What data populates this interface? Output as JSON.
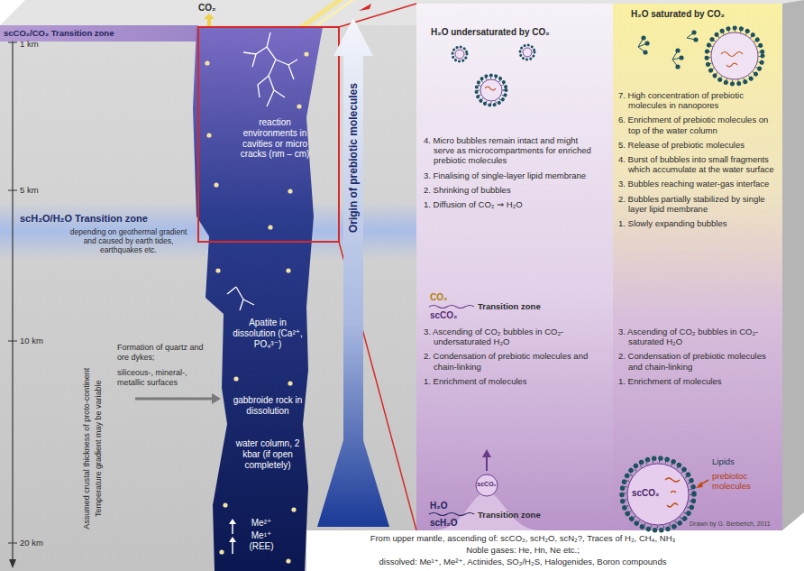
{
  "diagram": {
    "nodes": [
      {
        "text": [
          "reaction environments in cavities or micro cracks (nm – cm)",
          "Apatite in dissolution (Ca²⁺, PO₄³⁻)",
          "gabbroide rock in dissolution",
          "water column, 2 kbar (if open completely)",
          "Me²⁺",
          "Me¹⁺ (REE)"
        ]
      },
      {
        "text": [
          "Origin of prebiotic molecules"
        ]
      },
      {
        "text": [
          "scCO₂"
        ]
      },
      {
        "text": [
          "scCO₂"
        ]
      }
    ],
    "labels": [
      "CO₂",
      "scCO₂/CO₂ Transition zone",
      "1 km",
      "5 km",
      "10 km",
      "20 km",
      "scH₂O/H₂O Transition zone",
      "depending on geothermal gradient and caused by earth tides, earthquakes etc.",
      "Formation of quartz and ore dykes;",
      "siliceous-, mineral-, metallic surfaces",
      "Assumed crustal thickness of proto-continent",
      "Temperature gradient may be variable",
      "H₂O undersaturated by CO₂",
      "H₂O saturated by CO₂",
      "4. Micro bubbles remain intact and might serve as microcompartments for enriched prebiotic molecules",
      "3. Finalising of single-layer lipid membrane",
      "2. Shrinking of bubbles",
      "1. Diffusion of CO₂ ⇒ H₂O",
      "7. High concentration of prebiotic molecules in nanopores",
      "6. Enrichment of prebiotic molecules on top of the water column",
      "5. Release of prebiotic molecules",
      "4. Burst of bubbles into small fragments which accumulate at the water surface",
      "3. Bubbles reaching water-gas interface",
      "2. Bubbles partially stabilized by single layer lipid membrane",
      "1. Slowly expanding bubbles",
      "CO₂",
      "scCO₂",
      "Transition zone",
      "3. Ascending of CO₂ bubbles in CO₂-undersaturated H₂O",
      "2. Condensation of prebiotic molecules and chain-linking",
      "1. Enrichment of molecules",
      "3. Ascending of CO₂ bubbles in CO₂-saturated H₂O",
      "2. Condensation of prebiotic molecules and chain-linking",
      "1. Enrichment of molecules",
      "Lipids",
      "prebiotoc molecules",
      "H₂O",
      "scH₂O",
      "Transition zone",
      "Drawn by G. Berberich, 2011",
      "From upper mantle, ascending of: scCO₂, scH₂O, scN₂?, Traces of H₂, CH₄, NH₃",
      "Noble gases: He, Hn, Ne etc.;",
      "dissolved: Me¹⁺, Me²⁺, Actinides, SO₂/H₂S, Halogenides, Boron compounds"
    ]
  }
}
